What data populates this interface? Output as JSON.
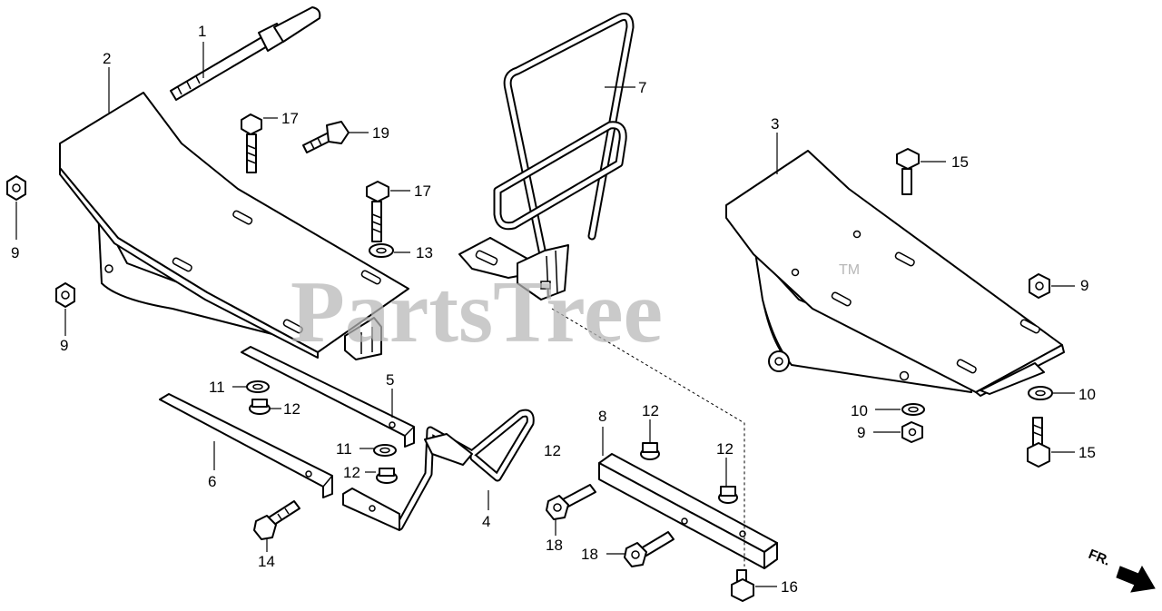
{
  "watermark": {
    "text": "PartsTree",
    "trademark": "TM"
  },
  "direction_indicator": {
    "text": "FR."
  },
  "callouts": [
    "1",
    "2",
    "3",
    "4",
    "5",
    "6",
    "7",
    "8",
    "9",
    "9",
    "9",
    "9",
    "10",
    "10",
    "11",
    "11",
    "12",
    "12",
    "12",
    "12",
    "12",
    "13",
    "14",
    "15",
    "15",
    "16",
    "17",
    "17",
    "18",
    "18",
    "19"
  ]
}
